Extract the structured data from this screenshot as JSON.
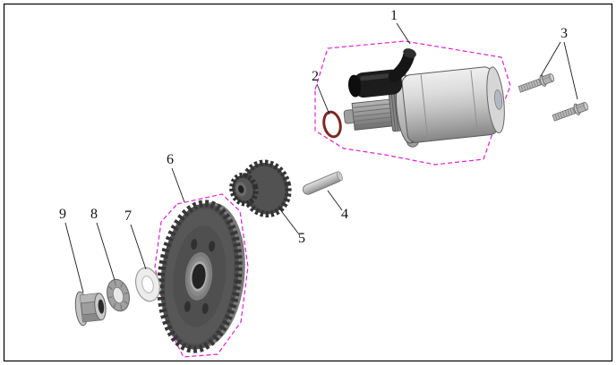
{
  "diagram": {
    "kind": "exploded-parts-view",
    "callouts": [
      {
        "label": "1",
        "part": "starter-motor-assembly"
      },
      {
        "label": "2",
        "part": "o-ring"
      },
      {
        "label": "3",
        "part": "mounting-bolts"
      },
      {
        "label": "4",
        "part": "idler-gear-shaft"
      },
      {
        "label": "5",
        "part": "idler-double-gear"
      },
      {
        "label": "6",
        "part": "starter-driven-gear"
      },
      {
        "label": "7",
        "part": "plain-washer"
      },
      {
        "label": "8",
        "part": "lock-washer"
      },
      {
        "label": "9",
        "part": "flange-nut"
      }
    ]
  },
  "colors": {
    "group_outline": "#e020d0",
    "o_ring": "#7d2822",
    "frame_border": "#000000",
    "leader_line": "#1a1a1a",
    "callout_text": "#111111",
    "background": "#ffffff"
  }
}
